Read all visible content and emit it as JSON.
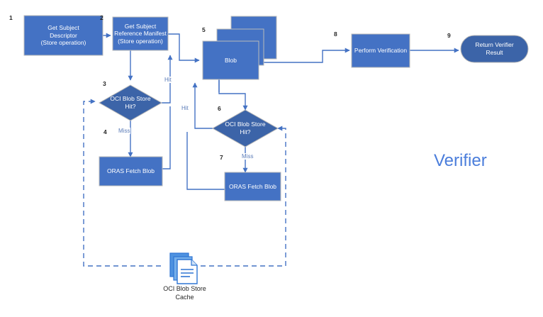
{
  "diagram": {
    "title": "Verifier",
    "colors": {
      "node_fill": "#4472C4",
      "node_stroke": "#b9b9b9",
      "connector": "#4472C4",
      "dashed_connector": "#4472C4",
      "edge_label": "#5b7cb8",
      "step_number": "#262626",
      "title": "#4a7ddb",
      "cache_icon": "#2e75d4"
    },
    "nodes": [
      {
        "id": "n1",
        "num": "1",
        "shape": "rect",
        "label": "Get Subject\nDescriptor\n(Store operation)",
        "name": "node-get-subject-descriptor"
      },
      {
        "id": "n2",
        "num": "2",
        "shape": "rect",
        "label": "Get Subject\nReference Manifest\n(Store operation)",
        "name": "node-get-subject-reference-manifest"
      },
      {
        "id": "n3",
        "num": "3",
        "shape": "diamond",
        "label": "OCI Blob Store\nHit?",
        "name": "node-oci-blob-store-hit-1"
      },
      {
        "id": "n4",
        "num": "4",
        "shape": "rect",
        "label": "ORAS Fetch Blob",
        "name": "node-oras-fetch-blob-1"
      },
      {
        "id": "n5",
        "num": "5",
        "shape": "stack",
        "label": "Blob",
        "name": "node-blob-stack"
      },
      {
        "id": "n6",
        "num": "6",
        "shape": "diamond",
        "label": "OCI Blob Store\nHit?",
        "name": "node-oci-blob-store-hit-2"
      },
      {
        "id": "n7",
        "num": "7",
        "shape": "rect",
        "label": "ORAS Fetch Blob",
        "name": "node-oras-fetch-blob-2"
      },
      {
        "id": "n8",
        "num": "8",
        "shape": "rect",
        "label": "Perform Verification",
        "name": "node-perform-verification"
      },
      {
        "id": "n9",
        "num": "9",
        "shape": "pill",
        "label": "Return Verifier\nResult",
        "name": "node-return-verifier-result"
      }
    ],
    "edge_labels": [
      {
        "id": "hit1",
        "text": "Hit",
        "name": "edge-label-hit-1"
      },
      {
        "id": "miss1",
        "text": "Miss",
        "name": "edge-label-miss-1"
      },
      {
        "id": "hit2",
        "text": "Hit",
        "name": "edge-label-hit-2"
      },
      {
        "id": "miss2",
        "text": "Miss",
        "name": "edge-label-miss-2"
      }
    ],
    "cache": {
      "caption": "OCI Blob Store\nCache",
      "icon": "documents-stack-icon"
    }
  }
}
